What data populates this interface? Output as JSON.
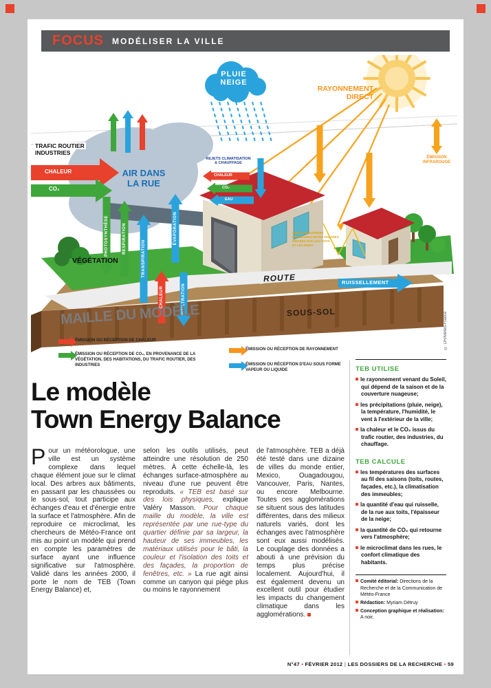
{
  "colors": {
    "accent_red": "#e8412c",
    "green": "#3fa63c",
    "blue": "#2aa3dc",
    "orange": "#f7941d",
    "roof_red": "#c1272d"
  },
  "page": {
    "header": {
      "focus": "FOCUS",
      "subtitle": "MODÉLISER LA VILLE"
    },
    "footer": {
      "issue": "N°47",
      "bullet": "•",
      "date": "FÉVRIER 2012",
      "separator": "|",
      "magazine": "LES DOSSIERS DE LA RECHERCHE",
      "page_number": "59"
    }
  },
  "infographic": {
    "cloud": {
      "line1": "PLUIE",
      "line2": "NEIGE"
    },
    "sun_label": {
      "line1": "RAYONNEMENT",
      "line2": "DIRECT"
    },
    "emission_infrarouge": {
      "line1": "ÉMISSION",
      "line2": "INFRAROUGE"
    },
    "trafic": {
      "line1": "TRAFIC ROUTIER",
      "line2": "INDUSTRIES"
    },
    "chaleur_arrow": "CHALEUR",
    "co2_arrow": "CO₂",
    "air_rue": {
      "line1": "AIR DANS",
      "line2": "LA RUE"
    },
    "rejets": {
      "line1": "REJETS CLIMATISATION",
      "line2": "& CHAUFFAGE"
    },
    "small_arrows": {
      "chaleur": "CHALEUR",
      "co2": "CO₂",
      "eau": "EAU"
    },
    "vertical_arrows": {
      "photosynthese": "PHOTOSYNTHÈSE",
      "respiration": "RESPIRATION",
      "transpiration": "TRANSPIRATION",
      "evaporation": "ÉVAPORATION",
      "chaleur": "CHALEUR",
      "infiltration": "INFILTRATION"
    },
    "vegetation": "VÉGÉTATION",
    "route": "ROUTE",
    "ruissellement": "RUISSELLEMENT",
    "sous_sol": "SOUS-SOL",
    "maille": "MAILLE DU MODÈLE",
    "ondes": {
      "line1": "ONDES ABSORBÉES",
      "line2": "RÉFLÉCHIES ENTRE FAÇADES",
      "line3": "PIÉGÉES PAR LES TOITS",
      "line4": "ET LES MURS"
    },
    "credit": "© DR/Météo-France",
    "legend": [
      {
        "color": "#e8412c",
        "text": "ÉMISSION OU RÉCEPTION DE CHALEUR"
      },
      {
        "color": "#3fa63c",
        "text": "ÉMISSION OU RÉCEPTION DE CO₂, EN PROVENANCE DE LA VÉGÉTATION, DES HABITATIONS, DU TRAFIC ROUTIER, DES INDUSTRIES"
      },
      {
        "color": "#f7941d",
        "text": "ÉMISSION OU RÉCEPTION DE RAYONNEMENT"
      },
      {
        "color": "#2aa3dc",
        "text": "ÉMISSION OU RÉCEPTION D'EAU SOUS FORME VAPEUR OU LIQUIDE"
      }
    ]
  },
  "article": {
    "title_line1": "Le modèle",
    "title_line2": "Town Energy Balance",
    "dropcap": "P",
    "col1_rest": "our un météorologue, une ville est un système complexe dans lequel chaque élément joue sur le climat local. Des arbres aux bâtiments, en passant par les chaussées ou le sous-sol, tout participe aux échanges d'eau et d'énergie entre la surface et l'atmosphère. Afin de reproduire ce microclimat, les chercheurs de Météo-France ont mis au point un modèle qui prend en compte les paramètres de surface ayant une influence significative sur l'atmosphère. Validé dans les années 2000, il porte le nom de TEB (Town Energy Balance) et,",
    "col2_part1": "selon les outils utilisés, peut atteindre une résolution de 250 mètres. À cette échelle-là, les échanges surface-atmosphère au niveau d'une rue peuvent être reproduits. ",
    "col2_quote1": "« TEB est basé sur des lois physiques, ",
    "col2_attrib": "explique Valéry Masson. ",
    "col2_quote2": "Pour chaque maille du modèle, la ville est représentée par une rue-type du quartier définie par sa largeur, la hauteur de ses immeubles, les matériaux utilisés pour le bâti, la couleur et l'isolation des toits et des façades, la proportion de fenêtres, etc. » ",
    "col2_part2": "La rue agit ainsi comme un canyon qui piège plus ou moins le rayonnement",
    "col3_text": "de l'atmosphère. TEB a déjà été testé dans une dizaine de villes du monde entier, Mexico, Ouagadougou, Vancouver, Paris, Nantes, ou encore Melbourne. Toutes ces agglomérations se situent sous des latitudes différentes, dans des milieux naturels variés, dont les échanges avec l'atmosphère sont eux aussi modélisés. Le couplage des données a abouti à une prévision du temps plus précise localement. Aujourd'hui, il est également devenu un excellent outil pour étudier les impacts du changement climatique dans les agglomérations."
  },
  "sidebar": {
    "utilise": {
      "title": "TEB UTILISE",
      "items": [
        "le rayonnement venant du Soleil, qui dépend de la saison et de la couverture nuageuse;",
        "les précipitations (pluie, neige), la température, l'humidité, le vent à l'extérieur de la ville;",
        "la chaleur et le CO₂ issus du trafic routier, des industries, du chauffage."
      ]
    },
    "calcule": {
      "title": "TEB CALCULE",
      "items": [
        "les températures des surfaces au fil des saisons (toits, routes, façades, etc.), la climatisation des immeubles;",
        "la quantité d'eau qui ruisselle, de la rue aux toits, l'épaisseur de la neige;",
        "la quantité de CO₂ qui retourne vers l'atmosphère;",
        "le microclimat dans les rues, le confort climatique des habitants."
      ]
    },
    "editorial": [
      {
        "label": "Comité éditorial:",
        "text": "Directions de la Recherche et de la Communication de Météo-France"
      },
      {
        "label": "Rédaction:",
        "text": "Myriam Détruy"
      },
      {
        "label": "Conception graphique et réalisation:",
        "text": "A noir."
      }
    ]
  }
}
